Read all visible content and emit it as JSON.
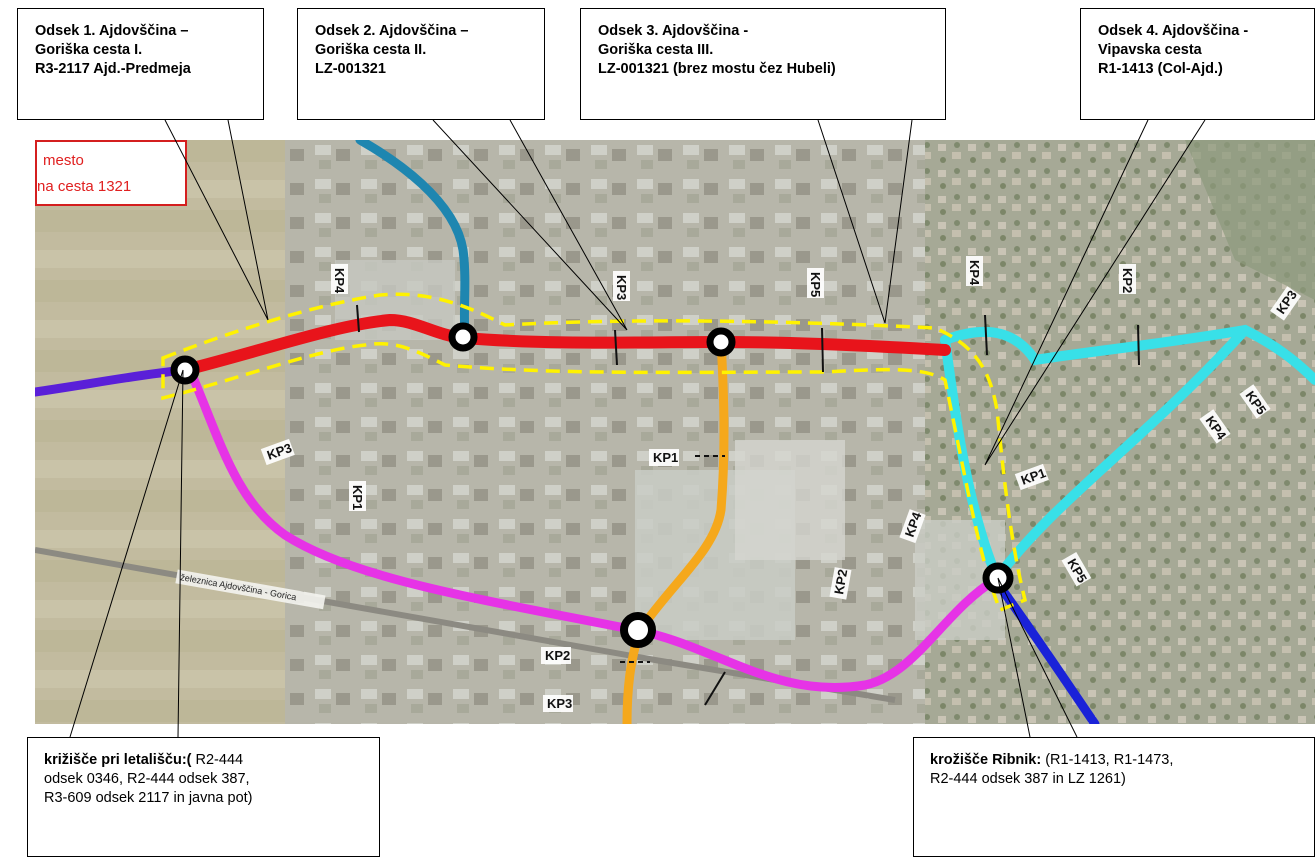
{
  "callouts": {
    "section1": {
      "line1": "Odsek 1. Ajdovščina –",
      "line2": "Goriška cesta I.",
      "line3": "R3-2117 Ajd.-Predmeja"
    },
    "section2": {
      "line1": "Odsek 2. Ajdovščina –",
      "line2": "Goriška cesta II.",
      "line3": "LZ-001321"
    },
    "section3": {
      "line1": "Odsek 3. Ajdovščina -",
      "line2": "Goriška cesta III.",
      "line3": "LZ-001321 (brez mostu čez Hubeli)"
    },
    "section4": {
      "line1": "Odsek 4. Ajdovščina -",
      "line2": "Vipavska cesta",
      "line3": "R1-1413 (Col-Ajd.)"
    },
    "airport_junction": {
      "title": "križišče pri letališču:(",
      "line1": " R2-444",
      "line2": "odsek 0346, R2-444 odsek 387,",
      "line3": "R3-609 odsek 2117 in javna pot)"
    },
    "ribnik_roundabout": {
      "title": "krožišče Ribnik:",
      "line1": " (R1-1413, R1-1473,",
      "line2": "R2-444 odsek 387 in LZ 1261)"
    }
  },
  "map_legend": {
    "line1": "mesto",
    "line2": "na cesta 1321"
  },
  "map_labels": {
    "kp1": "KP1",
    "kp2": "KP2",
    "kp3": "KP3",
    "kp4": "KP4",
    "kp5": "KP5",
    "railway": "železnica Ajdovščina - Gorica"
  },
  "colors": {
    "section_road": "#e8141b",
    "magenta_road": "#e633e6",
    "orange_road": "#f5a81c",
    "cyan_road": "#38e0e8",
    "teal_road": "#1e86b0",
    "purple_road": "#5a1fd8",
    "blue_road": "#1a22d8",
    "corridor_outline": "#fff200",
    "map_base": "#b9b5a5"
  }
}
